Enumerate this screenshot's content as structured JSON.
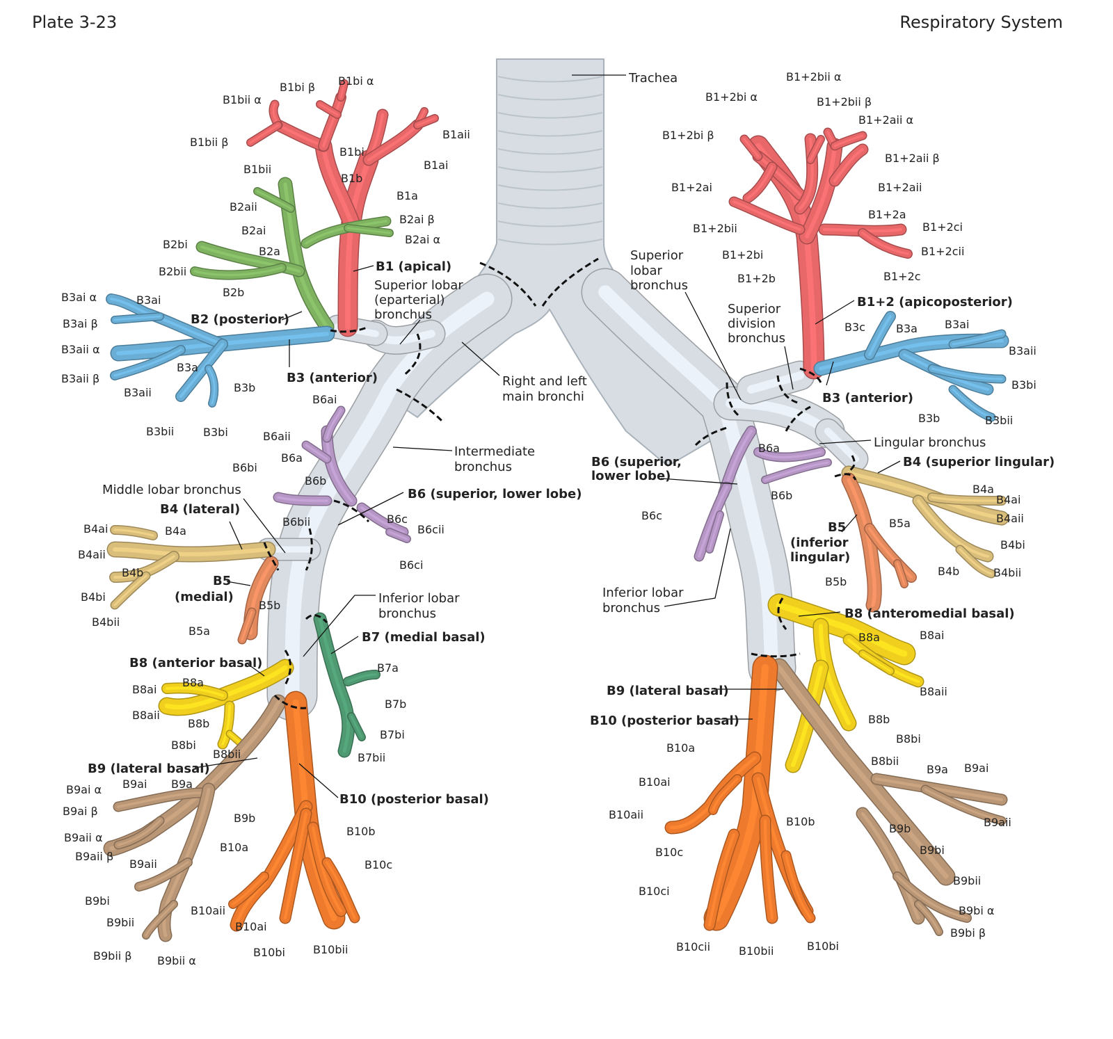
{
  "header": {
    "plate": "Plate 3-23",
    "section": "Respiratory System"
  },
  "colors": {
    "airway": "#d7dde3",
    "apical": "#e8686a",
    "posterior": "#7fb361",
    "anterior": "#6aaed6",
    "superior_lower": "#b596c4",
    "lingular_sup": "#d9bd7a",
    "lingular_inf": "#e3895e",
    "medial_basal": "#4f9a72",
    "anterior_basal": "#f1cf1e",
    "lateral_basal": "#b99676",
    "posterior_basal": "#ee7a2d"
  },
  "labels": [
    {
      "id": "trachea",
      "text": "Trachea",
      "big": true
    },
    {
      "id": "rl_main_1",
      "text": "Right and left",
      "big": true
    },
    {
      "id": "rl_main_2",
      "text": "main bronchi",
      "big": true
    },
    {
      "id": "sup_ep_1",
      "text": "Superior lobar",
      "big": true
    },
    {
      "id": "sup_ep_2",
      "text": "(eparterial)",
      "big": true
    },
    {
      "id": "sup_ep_3",
      "text": "bronchus",
      "big": true
    },
    {
      "id": "inter_1",
      "text": "Intermediate",
      "big": true
    },
    {
      "id": "inter_2",
      "text": "bronchus",
      "big": true
    },
    {
      "id": "middle",
      "text": "Middle lobar bronchus",
      "big": true
    },
    {
      "id": "inf_r_1",
      "text": "Inferior lobar",
      "big": true
    },
    {
      "id": "inf_r_2",
      "text": "bronchus",
      "big": true
    },
    {
      "id": "sup_l_1",
      "text": "Superior",
      "big": true
    },
    {
      "id": "sup_l_2",
      "text": "lobar",
      "big": true
    },
    {
      "id": "sup_l_3",
      "text": "bronchus",
      "big": true
    },
    {
      "id": "supdiv_1",
      "text": "Superior",
      "big": true
    },
    {
      "id": "supdiv_2",
      "text": "division",
      "big": true
    },
    {
      "id": "supdiv_3",
      "text": "bronchus",
      "big": true
    },
    {
      "id": "lingular",
      "text": "Lingular bronchus",
      "big": true
    },
    {
      "id": "inf_l_1",
      "text": "Inferior lobar",
      "big": true
    },
    {
      "id": "inf_l_2",
      "text": "bronchus",
      "big": true
    },
    {
      "id": "r_B1",
      "text": "B1 (apical)",
      "bold": true
    },
    {
      "id": "r_B2",
      "text": "B2 (posterior)",
      "bold": true
    },
    {
      "id": "r_B3",
      "text": "B3 (anterior)",
      "bold": true
    },
    {
      "id": "r_B6",
      "text": "B6 (superior, lower lobe)",
      "bold": true
    },
    {
      "id": "r_B4",
      "text": "B4 (lateral)",
      "bold": true
    },
    {
      "id": "r_B5_1",
      "text": "B5",
      "bold": true
    },
    {
      "id": "r_B5_2",
      "text": "(medial)",
      "bold": true
    },
    {
      "id": "r_B7",
      "text": "B7 (medial basal)",
      "bold": true
    },
    {
      "id": "r_B8",
      "text": "B8 (anterior basal)",
      "bold": true
    },
    {
      "id": "r_B9",
      "text": "B9 (lateral basal)",
      "bold": true
    },
    {
      "id": "r_B10",
      "text": "B10 (posterior basal)",
      "bold": true
    },
    {
      "id": "l_B12",
      "text": "B1+2 (apicoposterior)",
      "bold": true
    },
    {
      "id": "l_B3",
      "text": "B3 (anterior)",
      "bold": true
    },
    {
      "id": "l_B4",
      "text": "B4 (superior lingular)",
      "bold": true
    },
    {
      "id": "l_B5_1",
      "text": "B5",
      "bold": true
    },
    {
      "id": "l_B5_2",
      "text": "(inferior",
      "bold": true
    },
    {
      "id": "l_B5_3",
      "text": "lingular)",
      "bold": true
    },
    {
      "id": "l_B6_1",
      "text": "B6 (superior,",
      "bold": true
    },
    {
      "id": "l_B6_2",
      "text": "lower lobe)",
      "bold": true
    },
    {
      "id": "l_B8",
      "text": "B8 (anteromedial basal)",
      "bold": true
    },
    {
      "id": "l_B9",
      "text": "B9 (lateral basal)",
      "bold": true
    },
    {
      "id": "l_B10",
      "text": "B10 (posterior basal)",
      "bold": true
    },
    {
      "id": "B1bi_alpha",
      "text": "B1bi α"
    },
    {
      "id": "B1bi_beta",
      "text": "B1bi β"
    },
    {
      "id": "B1bii_alpha",
      "text": "B1bii α"
    },
    {
      "id": "B1bii_beta",
      "text": "B1bii β"
    },
    {
      "id": "B1bi",
      "text": "B1bi"
    },
    {
      "id": "B1aii",
      "text": "B1aii"
    },
    {
      "id": "B1ai",
      "text": "B1ai"
    },
    {
      "id": "B1bii",
      "text": "B1bii"
    },
    {
      "id": "B1b",
      "text": "B1b"
    },
    {
      "id": "B1a",
      "text": "B1a"
    },
    {
      "id": "B2aii",
      "text": "B2aii"
    },
    {
      "id": "B2ai_beta",
      "text": "B2ai β"
    },
    {
      "id": "B2ai",
      "text": "B2ai"
    },
    {
      "id": "B2ai_alpha",
      "text": "B2ai α"
    },
    {
      "id": "B2bi",
      "text": "B2bi"
    },
    {
      "id": "B2a",
      "text": "B2a"
    },
    {
      "id": "B2bii",
      "text": "B2bii"
    },
    {
      "id": "B2b",
      "text": "B2b"
    },
    {
      "id": "B3ai_alpha",
      "text": "B3ai α"
    },
    {
      "id": "B3ai_r",
      "text": "B3ai"
    },
    {
      "id": "B3ai_beta",
      "text": "B3ai β"
    },
    {
      "id": "B3aii_alpha",
      "text": "B3aii α"
    },
    {
      "id": "B3a_r",
      "text": "B3a"
    },
    {
      "id": "B3aii_beta",
      "text": "B3aii β"
    },
    {
      "id": "B3aii_r",
      "text": "B3aii"
    },
    {
      "id": "B3b_r",
      "text": "B3b"
    },
    {
      "id": "B3bii_r",
      "text": "B3bii"
    },
    {
      "id": "B3bi_r",
      "text": "B3bi"
    },
    {
      "id": "B6ai_r",
      "text": "B6ai"
    },
    {
      "id": "B6aii_r",
      "text": "B6aii"
    },
    {
      "id": "B6a_r",
      "text": "B6a"
    },
    {
      "id": "B6bi_r",
      "text": "B6bi"
    },
    {
      "id": "B6b_r",
      "text": "B6b"
    },
    {
      "id": "B6bii_r",
      "text": "B6bii"
    },
    {
      "id": "B6c_r",
      "text": "B6c"
    },
    {
      "id": "B6cii_r",
      "text": "B6cii"
    },
    {
      "id": "B6ci_r",
      "text": "B6ci"
    },
    {
      "id": "B4ai_r",
      "text": "B4ai"
    },
    {
      "id": "B4a_r",
      "text": "B4a"
    },
    {
      "id": "B4aii_r",
      "text": "B4aii"
    },
    {
      "id": "B4b_r",
      "text": "B4b"
    },
    {
      "id": "B4bi_r",
      "text": "B4bi"
    },
    {
      "id": "B4bii_r",
      "text": "B4bii"
    },
    {
      "id": "B5b_r",
      "text": "B5b"
    },
    {
      "id": "B5a_r",
      "text": "B5a"
    },
    {
      "id": "B7a",
      "text": "B7a"
    },
    {
      "id": "B7b",
      "text": "B7b"
    },
    {
      "id": "B7bi",
      "text": "B7bi"
    },
    {
      "id": "B7bii",
      "text": "B7bii"
    },
    {
      "id": "B8a_r",
      "text": "B8a"
    },
    {
      "id": "B8ai_r",
      "text": "B8ai"
    },
    {
      "id": "B8aii_r",
      "text": "B8aii"
    },
    {
      "id": "B8b_r",
      "text": "B8b"
    },
    {
      "id": "B8bi_r",
      "text": "B8bi"
    },
    {
      "id": "B8bii_r",
      "text": "B8bii"
    },
    {
      "id": "B9ai_alpha",
      "text": "B9ai α"
    },
    {
      "id": "B9ai_r",
      "text": "B9ai"
    },
    {
      "id": "B9a_r",
      "text": "B9a"
    },
    {
      "id": "B9ai_beta",
      "text": "B9ai β"
    },
    {
      "id": "B9b_r",
      "text": "B9b"
    },
    {
      "id": "B9aii_alpha",
      "text": "B9aii α"
    },
    {
      "id": "B9aii_beta",
      "text": "B9aii β"
    },
    {
      "id": "B9aii_r",
      "text": "B9aii"
    },
    {
      "id": "B9bi_r",
      "text": "B9bi"
    },
    {
      "id": "B9bii_r",
      "text": "B9bii"
    },
    {
      "id": "B9bii_beta",
      "text": "B9bii β"
    },
    {
      "id": "B9bii_alpha",
      "text": "B9bii α"
    },
    {
      "id": "B10a_r",
      "text": "B10a"
    },
    {
      "id": "B10b_r",
      "text": "B10b"
    },
    {
      "id": "B10c_r",
      "text": "B10c"
    },
    {
      "id": "B10aii_r",
      "text": "B10aii"
    },
    {
      "id": "B10ai_r",
      "text": "B10ai"
    },
    {
      "id": "B10bi_r",
      "text": "B10bi"
    },
    {
      "id": "B10bii_r",
      "text": "B10bii"
    },
    {
      "id": "B12bii_alpha",
      "text": "B1+2bii α"
    },
    {
      "id": "B12bi_alpha",
      "text": "B1+2bi α"
    },
    {
      "id": "B12bii_beta",
      "text": "B1+2bii β"
    },
    {
      "id": "B12aii_alpha",
      "text": "B1+2aii α"
    },
    {
      "id": "B12bi_beta",
      "text": "B1+2bi β"
    },
    {
      "id": "B12aii_beta",
      "text": "B1+2aii β"
    },
    {
      "id": "B12ai",
      "text": "B1+2ai"
    },
    {
      "id": "B12aii",
      "text": "B1+2aii"
    },
    {
      "id": "B12a",
      "text": "B1+2a"
    },
    {
      "id": "B12bii",
      "text": "B1+2bii"
    },
    {
      "id": "B12ci",
      "text": "B1+2ci"
    },
    {
      "id": "B12bi",
      "text": "B1+2bi"
    },
    {
      "id": "B12cii",
      "text": "B1+2cii"
    },
    {
      "id": "B12b",
      "text": "B1+2b"
    },
    {
      "id": "B12c",
      "text": "B1+2c"
    },
    {
      "id": "B3c_l",
      "text": "B3c"
    },
    {
      "id": "B3a_l",
      "text": "B3a"
    },
    {
      "id": "B3ai_l",
      "text": "B3ai"
    },
    {
      "id": "B3aii_l",
      "text": "B3aii"
    },
    {
      "id": "B3bi_l",
      "text": "B3bi"
    },
    {
      "id": "B3b_l",
      "text": "B3b"
    },
    {
      "id": "B3bii_l",
      "text": "B3bii"
    },
    {
      "id": "B6a_l",
      "text": "B6a"
    },
    {
      "id": "B6b_l",
      "text": "B6b"
    },
    {
      "id": "B6c_l",
      "text": "B6c"
    },
    {
      "id": "B4a_l",
      "text": "B4a"
    },
    {
      "id": "B4ai_l",
      "text": "B4ai"
    },
    {
      "id": "B4aii_l",
      "text": "B4aii"
    },
    {
      "id": "B4bi_l",
      "text": "B4bi"
    },
    {
      "id": "B4b_l",
      "text": "B4b"
    },
    {
      "id": "B4bii_l",
      "text": "B4bii"
    },
    {
      "id": "B5a_l",
      "text": "B5a"
    },
    {
      "id": "B5b_l",
      "text": "B5b"
    },
    {
      "id": "B8a_l",
      "text": "B8a"
    },
    {
      "id": "B8ai_l",
      "text": "B8ai"
    },
    {
      "id": "B8aii_l",
      "text": "B8aii"
    },
    {
      "id": "B8b_l",
      "text": "B8b"
    },
    {
      "id": "B8bi_l",
      "text": "B8bi"
    },
    {
      "id": "B8bii_l",
      "text": "B8bii"
    },
    {
      "id": "B9a_l",
      "text": "B9a"
    },
    {
      "id": "B9ai_l",
      "text": "B9ai"
    },
    {
      "id": "B9b_l",
      "text": "B9b"
    },
    {
      "id": "B9aii_l",
      "text": "B9aii"
    },
    {
      "id": "B9bi_l",
      "text": "B9bi"
    },
    {
      "id": "B9bii_l",
      "text": "B9bii"
    },
    {
      "id": "B9bi_alpha",
      "text": "B9bi α"
    },
    {
      "id": "B9bi_beta",
      "text": "B9bi β"
    },
    {
      "id": "B10a_l",
      "text": "B10a"
    },
    {
      "id": "B10ai_l",
      "text": "B10ai"
    },
    {
      "id": "B10aii_l",
      "text": "B10aii"
    },
    {
      "id": "B10b_l",
      "text": "B10b"
    },
    {
      "id": "B10c_l",
      "text": "B10c"
    },
    {
      "id": "B10ci_l",
      "text": "B10ci"
    },
    {
      "id": "B10cii_l",
      "text": "B10cii"
    },
    {
      "id": "B10bii_l",
      "text": "B10bii"
    },
    {
      "id": "B10bi_l",
      "text": "B10bi"
    }
  ]
}
